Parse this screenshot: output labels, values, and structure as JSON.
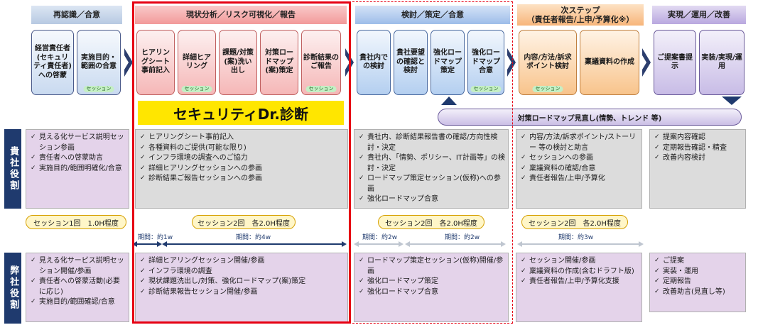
{
  "phases": [
    {
      "label": "再認識／合意"
    },
    {
      "label": "現状分析／リスク可視化／報告"
    },
    {
      "label": "検討／策定／合意"
    },
    {
      "label": "次ステップ\n（責任者報告/上申/予算化※）"
    },
    {
      "label": "実現／運用／改善"
    }
  ],
  "steps": {
    "p1": [
      "経営責任者(セキュリティ責任者)への啓蒙",
      "実施目的・範囲の合意"
    ],
    "p2": [
      "ヒアリングシート事前記入",
      "詳細ヒアリング",
      "課題/対策(案)洗い出し",
      "対策ロードマップ(案)策定",
      "診断結果のご報告"
    ],
    "p3": [
      "貴社内での検討",
      "貴社要望の確認と検討",
      "強化ロードマップ策定",
      "強化ロードマップ合意"
    ],
    "p4": [
      "内容/方法/訴求ポイント検討",
      "稟議資料の作成"
    ],
    "p5": [
      "ご提案書提示",
      "実装/実現/運用"
    ]
  },
  "session_badge": "セッション",
  "banner": "セキュリティDr.診断",
  "roadmap_review": "対策ロードマップ見直し(情勢、トレンド 等)",
  "roles": {
    "client": "貴社役割",
    "us": "弊社役割"
  },
  "client_tasks": [
    [
      "見える化サービス説明セッション参画",
      "責任者への啓蒙助言",
      "実施目的/範囲明確化/合意"
    ],
    [
      "ヒアリングシート事前記入",
      "各種資料のご提供(可能な限り)",
      "インフラ環境の調査へのご協力",
      "詳細ヒアリングセッションへの参画",
      "診断結果ご報告セッションへの参画"
    ],
    [
      "貴社内、診断結果報告書の確認/方向性検討・決定",
      "貴社内、「情勢、ポリシー、IT計画等」の検討・決定",
      "ロードマップ策定セッション(仮称)への参画",
      "強化ロードマップ合意"
    ],
    [
      "内容/方法/訴求ポイント/ストーリー 等の検討と助言",
      "セッションへの参画",
      "稟議資料の確認/合意",
      "責任者報告/上申/予算化"
    ],
    [
      "提案内容確認",
      "定期報告確認・精査",
      "改善内容検討"
    ]
  ],
  "sessions": [
    "セッション1回　1.0H程度",
    "セッション2回　各2.0H程度",
    "セッション2回　各2.0H程度",
    "セッション2回　各2.0H程度"
  ],
  "periods": [
    "期間：約1w",
    "期間：約4w",
    "期間：約2w",
    "期間：約2w",
    "期間：約3w"
  ],
  "our_tasks": [
    [
      "見える化サービス説明セッション開催/参画",
      "責任者への啓蒙活動(必要に応じ)",
      "実施目的/範囲確認/合意"
    ],
    [
      "詳細ヒアリングセッション開催/参画",
      "インフラ環境の調査",
      "現状課題洗出し/対策、強化ロードマップ(案)策定",
      "診断結果報告セッション開催/参画"
    ],
    [
      "ロードマップ策定セッション(仮称)開催/参画",
      "強化ロードマップ策定",
      "強化ロードマップ合意"
    ],
    [
      "セッション開催/参画",
      "稟議資料の作成(含むドラフト版)",
      "責任者報告/上申/予算化支援"
    ],
    [
      "ご提案",
      "実装・運用",
      "定期報告",
      "改善助言(見直し等)"
    ]
  ],
  "colors": {
    "navy": "#1f3a6e",
    "red_frame": "#e60012",
    "banner_yellow": "#ffe600"
  }
}
